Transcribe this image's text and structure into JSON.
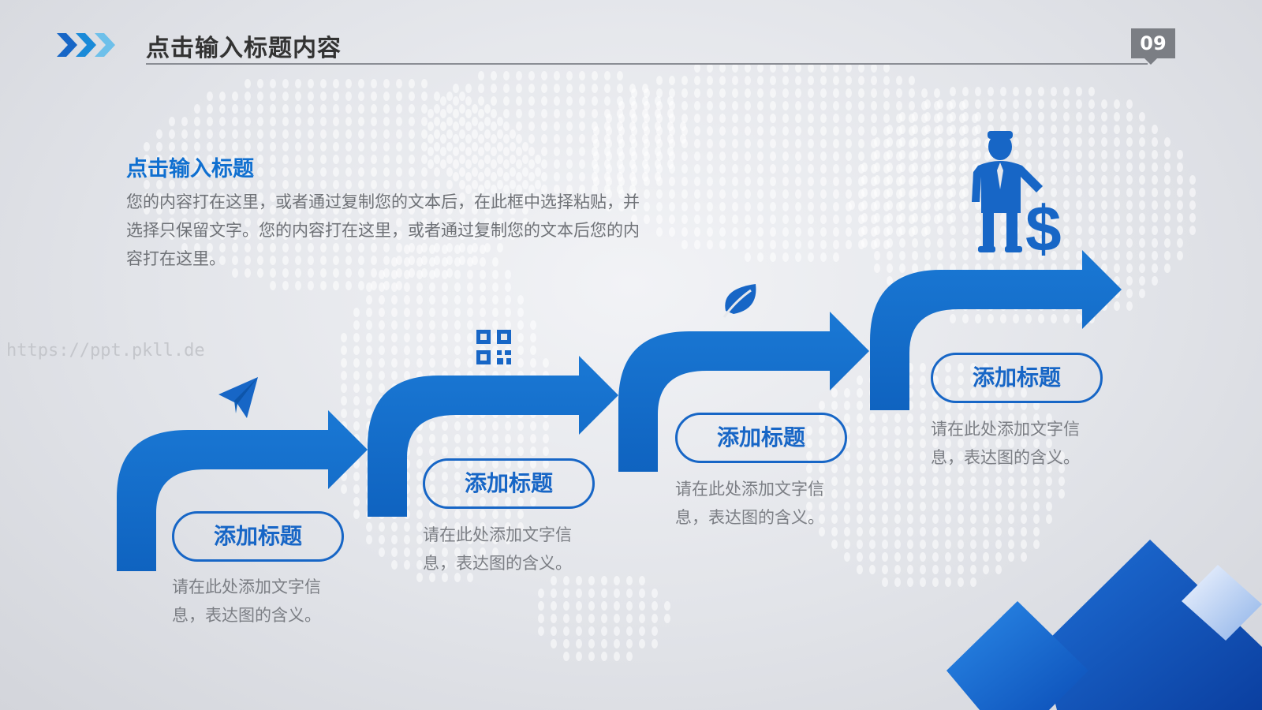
{
  "header": {
    "title": "点击输入标题内容",
    "page_number": "09"
  },
  "intro": {
    "heading": "点击输入标题",
    "body": "您的内容打在这里，或者通过复制您的文本后，在此框中选择粘贴，并选择只保留文字。您的内容打在这里，或者通过复制您的文本后您的内容打在这里。"
  },
  "watermark": "https://ppt.pkll.de",
  "steps": [
    {
      "icon": "paper-plane-icon",
      "title": "添加标题",
      "desc": "请在此处添加文字信息，表达图的含义。"
    },
    {
      "icon": "qr-code-icon",
      "title": "添加标题",
      "desc": "请在此处添加文字信息，表达图的含义。"
    },
    {
      "icon": "leaf-icon",
      "title": "添加标题",
      "desc": "请在此处添加文字信息，表达图的含义。"
    },
    {
      "icon": "businessman-dollar-icon",
      "title": "添加标题",
      "desc": "请在此处添加文字信息，表达图的含义。"
    }
  ],
  "colors": {
    "accent": "#1766c6",
    "heading_blue": "#0f6fd0",
    "page_number_bg": "#7b7e84"
  }
}
